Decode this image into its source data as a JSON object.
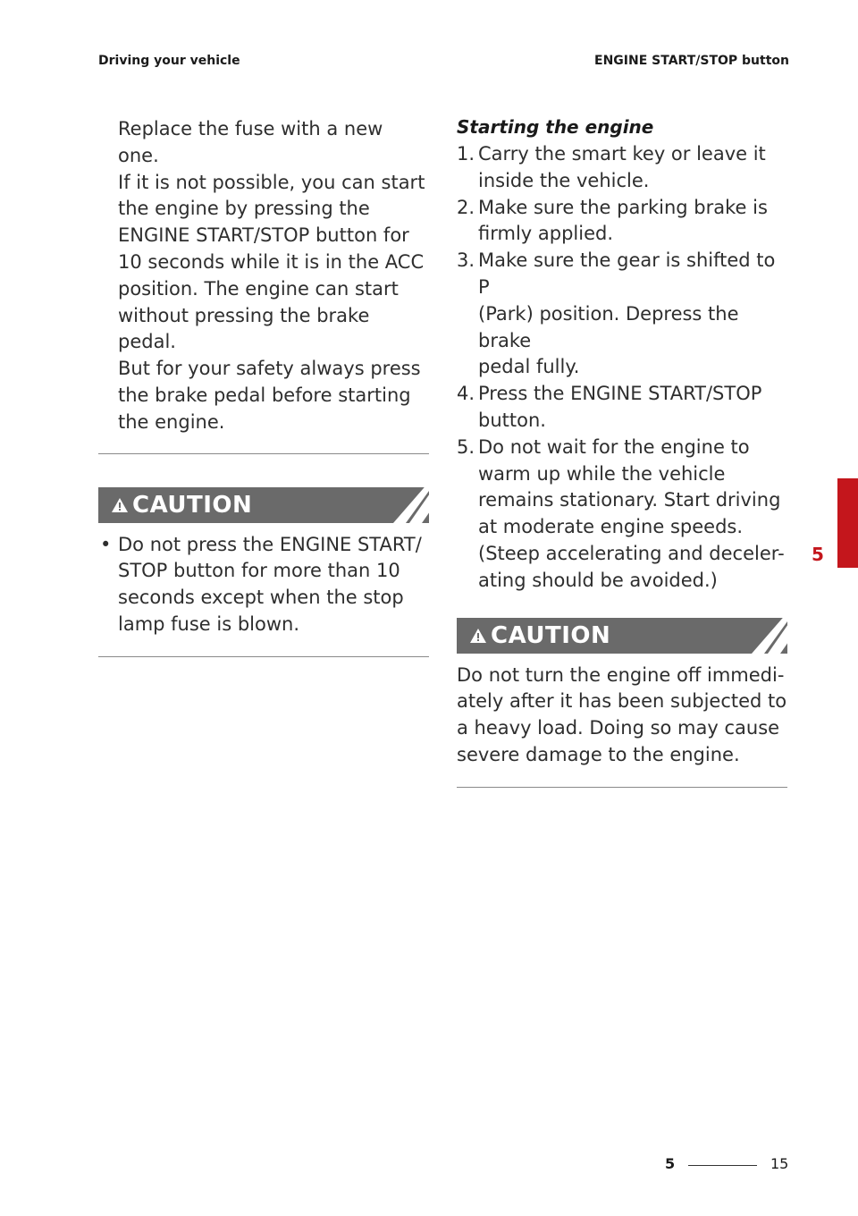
{
  "header": {
    "left": "Driving your vehicle",
    "right": "ENGINE START/STOP button"
  },
  "left_column": {
    "paragraph": [
      "Replace the fuse with a new one.",
      "If it is not possible, you can start",
      "the engine by pressing the",
      "ENGINE START/STOP button for",
      "10 seconds while it is in the ACC",
      "position. The engine can start",
      "without pressing the brake pedal.",
      "But for your safety always press",
      "the brake pedal before starting",
      "the engine."
    ],
    "caution_label": "CAUTION",
    "bullet_symbol": "•",
    "caution_bullet": [
      "Do not press the ENGINE START/",
      "STOP button for more than 10",
      "seconds except when the stop",
      "lamp fuse is blown."
    ]
  },
  "right_column": {
    "heading": "Starting the engine",
    "steps": [
      {
        "number": "1.",
        "lines": [
          "Carry the smart key or leave it",
          "inside the vehicle."
        ]
      },
      {
        "number": "2.",
        "lines": [
          "Make sure the parking brake is",
          "firmly applied."
        ]
      },
      {
        "number": "3.",
        "lines": [
          "Make sure the gear is shifted to P",
          "(Park) position. Depress the brake",
          "pedal fully."
        ]
      },
      {
        "number": "4.",
        "lines": [
          "Press the ENGINE START/STOP",
          "button."
        ]
      },
      {
        "number": "5.",
        "lines": [
          "Do not wait for the engine to",
          "warm up while the vehicle",
          "remains stationary. Start driving",
          "at moderate engine speeds.",
          "(Steep accelerating and deceler-",
          "ating should be avoided.)"
        ]
      }
    ],
    "caution_label": "CAUTION",
    "caution_text": [
      "Do not turn the engine off immedi-",
      "ately after it has been subjected to",
      "a heavy load. Doing so may cause",
      "severe damage to the engine."
    ]
  },
  "side_tab": {
    "label": "5",
    "color": "#c4161c"
  },
  "footer": {
    "chapter": "5",
    "page": "15"
  }
}
